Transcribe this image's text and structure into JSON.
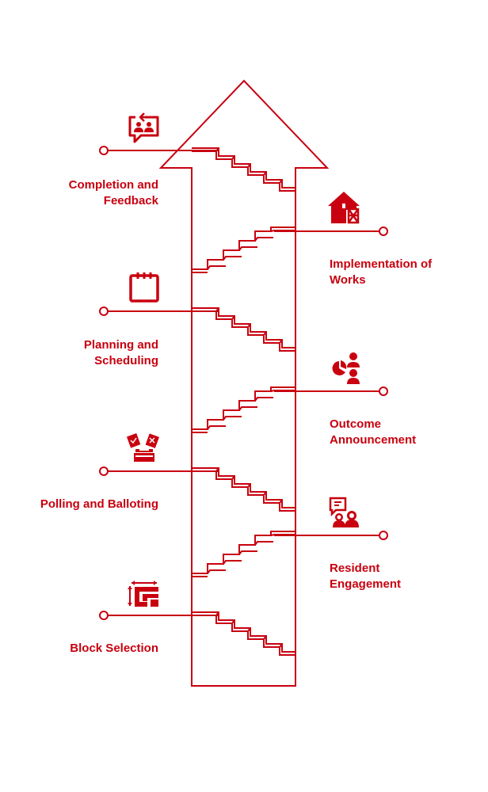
{
  "diagram": {
    "title": "Staircase process arrow",
    "accent_color": "#c8000f",
    "steps": [
      {
        "order": 1,
        "side": "left",
        "lines": [
          "Block Selection"
        ],
        "icon": "block-layout-icon"
      },
      {
        "order": 2,
        "side": "right",
        "lines": [
          "Resident",
          "Engagement"
        ],
        "icon": "resident-chat-icon"
      },
      {
        "order": 3,
        "side": "left",
        "lines": [
          "Polling and Balloting"
        ],
        "icon": "ballot-box-icon"
      },
      {
        "order": 4,
        "side": "right",
        "lines": [
          "Outcome",
          "Announcement"
        ],
        "icon": "pie-chart-people-icon"
      },
      {
        "order": 5,
        "side": "left",
        "lines": [
          "Planning and",
          "Scheduling"
        ],
        "icon": "calendar-icon"
      },
      {
        "order": 6,
        "side": "right",
        "lines": [
          "Implementation of",
          "Works"
        ],
        "icon": "house-construction-icon"
      },
      {
        "order": 7,
        "side": "left",
        "lines": [
          "Completion and",
          "Feedback"
        ],
        "icon": "feedback-chat-icon"
      }
    ]
  }
}
